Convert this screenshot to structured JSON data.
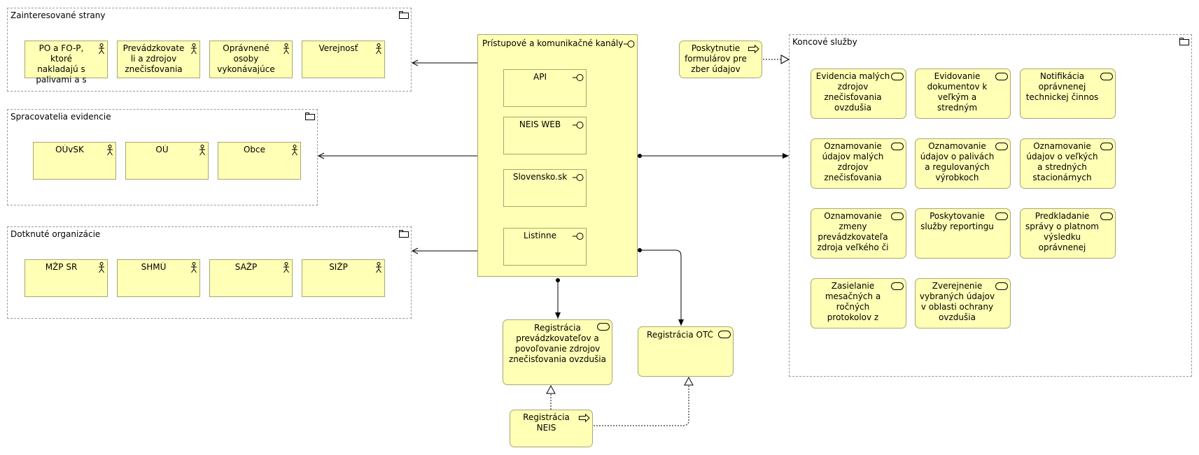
{
  "groups": {
    "stakeholders": {
      "title": "Zainteresované strany",
      "actors": [
        "PO a FO-P, ktoré nakladajú s palivami a s",
        "Prevádzkovateli a zdrojov znečisťovania",
        "Oprávnené osoby vykonávajúce",
        "Verejnosť"
      ]
    },
    "processors": {
      "title": "Spracovatelia evidencie",
      "actors": [
        "OÚvSK",
        "OÚ",
        "Obce"
      ]
    },
    "affected": {
      "title": "Dotknuté organizácie",
      "actors": [
        "MŽP SR",
        "SHMÚ",
        "SAŽP",
        "SIŽP"
      ]
    },
    "end_services": {
      "title": "Koncové služby",
      "services": [
        "Evidencia malých zdrojov znečisťovania ovzdušia",
        "Evidovanie dokumentov k veľkým a stredným",
        "Notifikácia oprávnenej technickej činnos",
        "Oznamovanie údajov malých zdrojov znečisťovania",
        "Oznamovanie údajov o palivách a regulovaných výrobkoch",
        "Oznamovanie údajov o veľkých a stredných stacionárnych",
        "Oznamovanie zmeny prevádzkovateľa zdroja veľkého či",
        "Poskytovanie služby reportingu",
        "Predkladanie správy o platnom výsledku oprávnenej",
        "Zasielanie mesačných a ročných protokolov z",
        "Zverejnenie vybraných údajov v oblasti ochrany ovzdušia"
      ]
    }
  },
  "channels": {
    "title": "Prístupové a komunikačné kanály",
    "interfaces": [
      "API",
      "NEIS WEB",
      "Slovensko.sk",
      "Listinne"
    ]
  },
  "process_forms": "Poskytnutie formulárov pre zber údajov",
  "service_registration": "Registrácia prevádzkovateľov a povoľovanie zdrojov znečisťovania ovzdušia",
  "service_otc": "Registrácia OTČ",
  "process_neis": "Registrácia NEIS",
  "colors": {
    "element_fill": "#ffffb5",
    "element_border": "#a7a774",
    "group_border": "#9a9a9a",
    "line": "#000000"
  }
}
